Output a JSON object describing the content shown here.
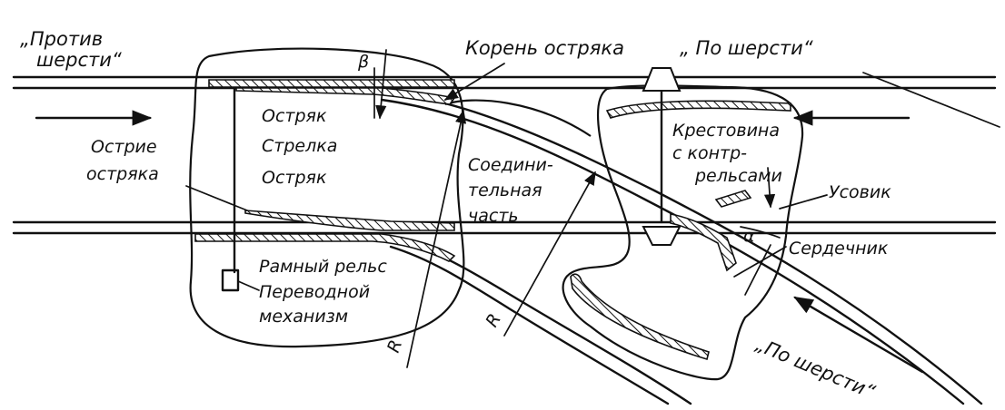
{
  "diagram": {
    "labels": {
      "against_wool": [
        "„Против",
        "шерсти“"
      ],
      "along_wool_top": "„ По шерсти“",
      "along_wool_bottom": "„По шерсти“",
      "beta": "β",
      "alpha": "α",
      "root": "Корень остряка",
      "blade_top": "Остряк",
      "switch": "Стрелка",
      "blade_bottom": "Остряк",
      "tip": [
        "Острие",
        "остряка"
      ],
      "connecting": [
        "Соедини-",
        "тельная",
        "часть"
      ],
      "frog": [
        "Крестовина",
        "с контр-",
        "рельсами"
      ],
      "wing": "Усовик",
      "core": "Сердечник",
      "stock_rail": "Рамный рельс",
      "mechanism": [
        "Переводной",
        "механизм"
      ],
      "radius_1": "R",
      "radius_2": "R"
    }
  }
}
